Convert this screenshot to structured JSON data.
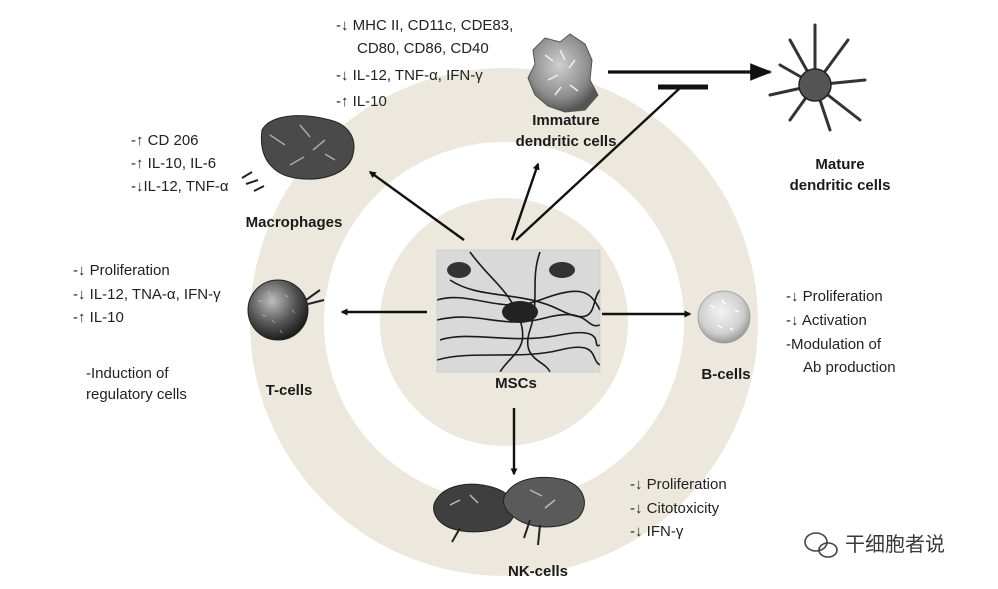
{
  "center": {
    "label": "MSCs"
  },
  "immature_dc": {
    "label": [
      "Immature",
      "dendritic cells"
    ],
    "effects": [
      "-↓ MHC II, CD11c, CDE83,",
      "CD80, CD86, CD40",
      "-↓ IL-12, TNF-α, IFN-γ",
      "-↑ IL-10"
    ]
  },
  "mature_dc": {
    "label": [
      "Mature",
      "dendritic cells"
    ]
  },
  "macrophages": {
    "label": "Macrophages",
    "effects": [
      "-↑ CD 206",
      "-↑ IL-10, IL-6",
      "-↓IL-12, TNF-α"
    ]
  },
  "t_cells": {
    "label": "T-cells",
    "effects": [
      "-↓ Proliferation",
      "-↓ IL-12, TNA-α, IFN-γ",
      "-↑ IL-10"
    ],
    "extra": [
      "-Induction of",
      "regulatory cells"
    ]
  },
  "b_cells": {
    "label": "B-cells",
    "effects": [
      "-↓ Proliferation",
      "-↓ Activation",
      "-Modulation of",
      "Ab production"
    ]
  },
  "nk_cells": {
    "label": "NK-cells",
    "effects": [
      "-↓ Proliferation",
      "-↓ Citotoxicity",
      "-↓ IFN-γ"
    ]
  },
  "watermark": {
    "text": "干细胞者说",
    "icon": "wechat-icon"
  },
  "colors": {
    "ring": "#ece8dd",
    "arrow": "#111111",
    "background": "#ffffff"
  }
}
